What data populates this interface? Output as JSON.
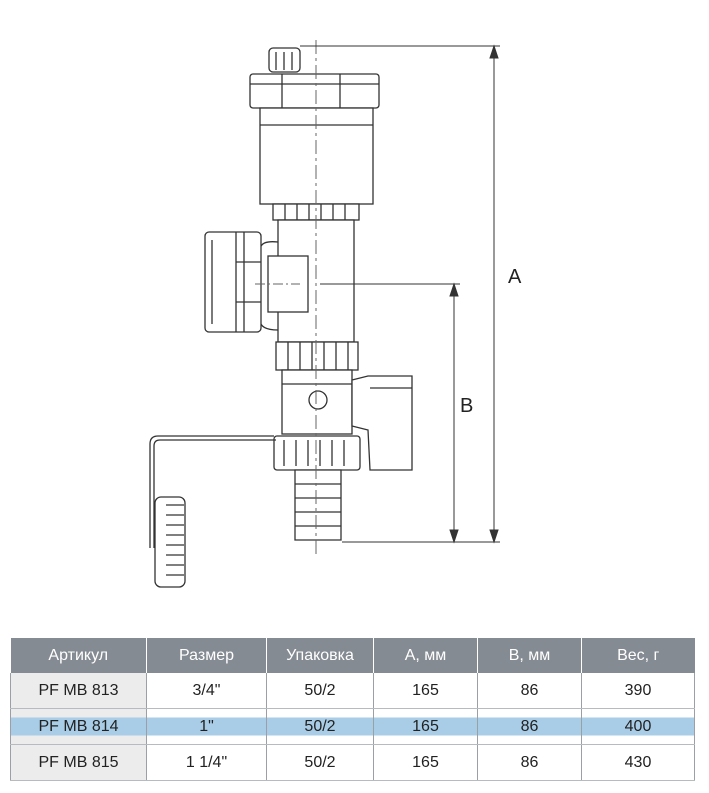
{
  "drawing": {
    "dimension_a": "A",
    "dimension_b": "B"
  },
  "table": {
    "headers": [
      "Артикул",
      "Размер",
      "Упаковка",
      "А, мм",
      "В, мм",
      "Вес, г"
    ],
    "rows": [
      [
        "PF MB 813",
        "3/4\"",
        "50/2",
        "165",
        "86",
        "390"
      ],
      [
        "PF MB 814",
        "1\"",
        "50/2",
        "165",
        "86",
        "400"
      ],
      [
        "PF MB 815",
        "1 1/4\"",
        "50/2",
        "165",
        "86",
        "430"
      ]
    ],
    "highlight_row": 1,
    "highlight_color": "#a9cde6",
    "header_color": "#858b92"
  }
}
